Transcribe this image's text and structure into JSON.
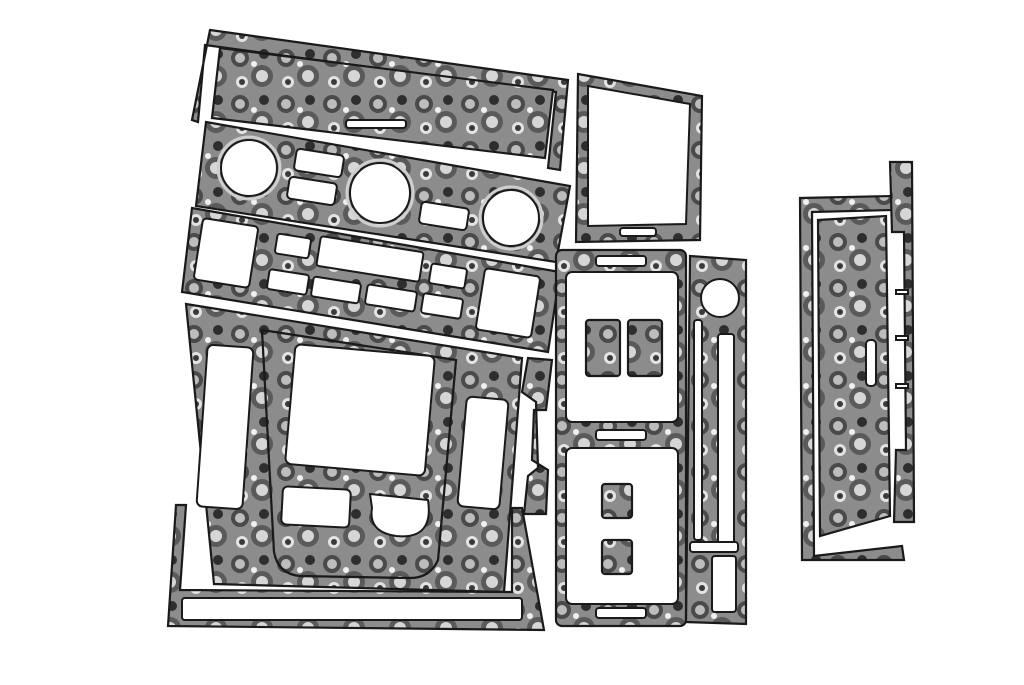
{
  "image": {
    "subject": "",
    "background_color": "#ffffff",
    "wood_colors": [
      "#2b2b2b",
      "#6e6e6e",
      "#b4b4b4",
      "#e6e6e6"
    ],
    "pieces": [
      {
        "name": "top-vent-strip-piece"
      },
      {
        "name": "climate-control-panel-piece"
      },
      {
        "name": "radio-panel-piece"
      },
      {
        "name": "center-console-gear-surround-piece"
      },
      {
        "name": "console-bottom-trim-strip-piece"
      },
      {
        "name": "navigation-screen-frame-piece"
      },
      {
        "name": "window-switch-panel-piece"
      },
      {
        "name": "side-curved-trim-piece"
      },
      {
        "name": "round-knob-side-strip-piece"
      },
      {
        "name": "long-door-panel-piece"
      }
    ]
  }
}
